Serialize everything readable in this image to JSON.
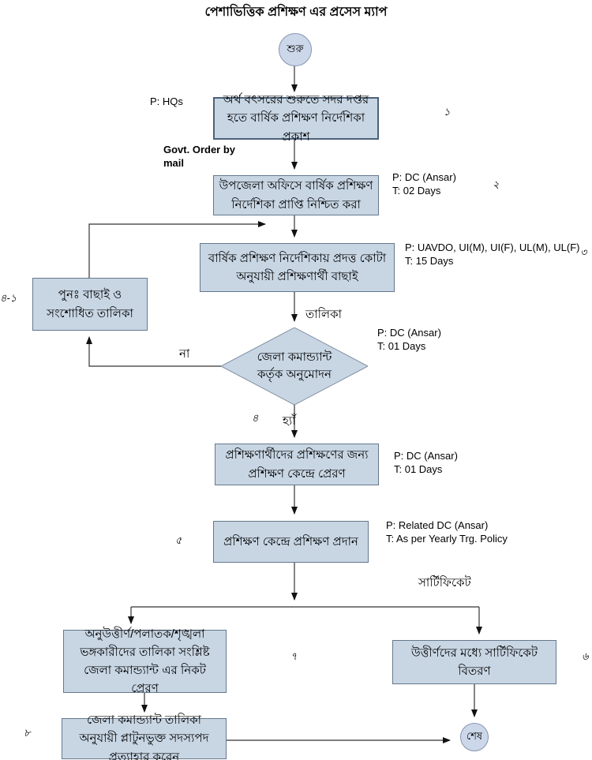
{
  "title": "পেশাভিত্তিক প্রশিক্ষণ এর প্রসেস ম্যাপ",
  "terminals": {
    "start": "শুরু",
    "end": "শেষ"
  },
  "boxes": {
    "publish": "অর্থ বৎসরের শুরুতে সদর দপ্তর হতে বার্ষিক প্রশিক্ষণ নির্দেশিকা প্রকাশ",
    "confirm": "উপজেলা অফিসে বার্ষিক প্রশিক্ষণ নির্দেশিকা প্রাপ্তি নিশ্চিত করা",
    "select": "বার্ষিক প্রশিক্ষণ নির্দেশিকায় প্রদত্ত কোটা অনুযায়ী প্রশিক্ষণার্থী বাছাই",
    "revise": "পুনঃ  বাছাই ও সংশোধিত তালিকা",
    "approve": "জেলা কমান্ড্যান্ট কর্তৃক অনুমোদন",
    "send": "প্রশিক্ষণার্থীদের প্রশিক্ষণের জন্য প্রশিক্ষণ কেন্দ্রে প্রেরণ",
    "train": "প্রশিক্ষণ কেন্দ্রে প্রশিক্ষণ প্রদান",
    "fail_list": "অনুউত্তীর্ণ/পলাতক/শৃঙ্খলা ভঙ্গকারীদের তালিকা সংশ্লিষ্ট  জেলা কমান্ড্যান্ট এর নিকট প্রেরণ",
    "distribute": "উত্তীর্ণদের মধ্যে সার্টিফিকেট বিতরণ",
    "withdraw": "জেলা কমান্ড্যান্ট তালিকা অনুযায়ী প্লাটুনভুক্ত সদস্যপদ প্রত্যাহার করেন"
  },
  "annotations": {
    "p_hqs": "P: HQs",
    "govt1": "Govt. Order by",
    "govt2": "mail",
    "b2_p": "P: DC (Ansar)",
    "b2_t": "T: 02 Days",
    "b3_p": "P: UAVDO, UI(M), UI(F), UL(M), UL(F)",
    "b3_t": "T: 15 Days",
    "d_p": "P: DC (Ansar)",
    "d_t": "T: 01 Days",
    "send_p": "P: DC (Ansar)",
    "send_t": "T: 01 Days",
    "train_p": "P: Related DC (Ansar)",
    "train_t": "T: As per Yearly Trg. Policy"
  },
  "edge_labels": {
    "talika": "তালিকা",
    "no": "না",
    "yes": "হ্যাঁ",
    "certificate": "সার্টিফিকেট"
  },
  "nums": {
    "s1": "১",
    "s2": "২",
    "s3": "৩",
    "s4": "৪",
    "s4_1": "৪-১",
    "s5": "৫",
    "s6": "৬",
    "s7": "৭",
    "s8": "৮"
  }
}
